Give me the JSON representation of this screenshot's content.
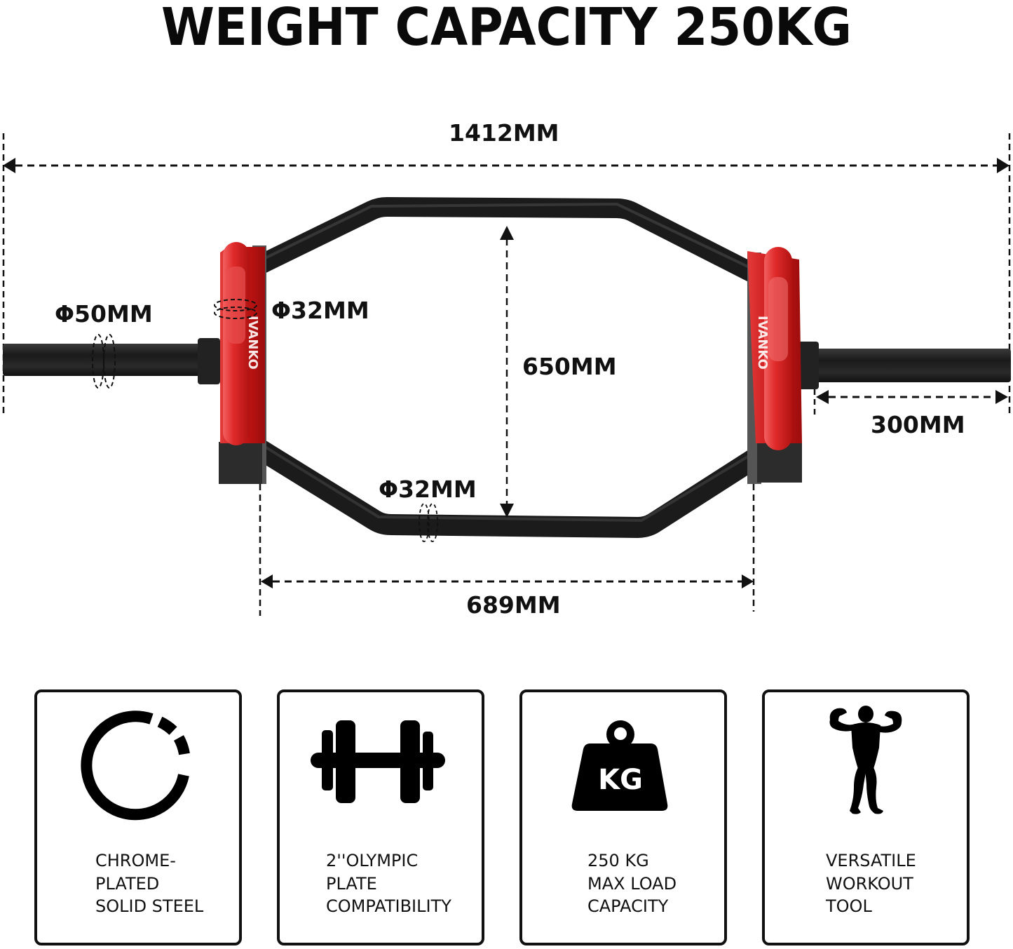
{
  "title": "WEIGHT CAPACITY 250KG",
  "dimensions": {
    "overall_length": "1412MM",
    "sleeve_diameter": "Φ50MM",
    "handle_diameter": "Φ32MM",
    "frame_height": "650MM",
    "sleeve_length": "300MM",
    "frame_tube_diameter": "Φ32MM",
    "inner_width": "689MM"
  },
  "colors": {
    "handle_red": "#d11a1a",
    "bar_black": "#1c1c1c",
    "text": "#111111"
  },
  "features": [
    {
      "icon": "broken-ring-icon",
      "lines": [
        "CHROME-",
        "PLATED",
        "SOLID STEEL"
      ]
    },
    {
      "icon": "dumbbell-icon",
      "lines": [
        "2''OLYMPIC",
        "PLATE",
        "COMPATIBILITY"
      ]
    },
    {
      "icon": "kg-weight-icon",
      "icon_label": "KG",
      "lines": [
        "250 KG",
        "MAX LOAD",
        "CAPACITY"
      ]
    },
    {
      "icon": "bodybuilder-icon",
      "lines": [
        "VERSATILE",
        "WORKOUT",
        "TOOL"
      ]
    }
  ]
}
